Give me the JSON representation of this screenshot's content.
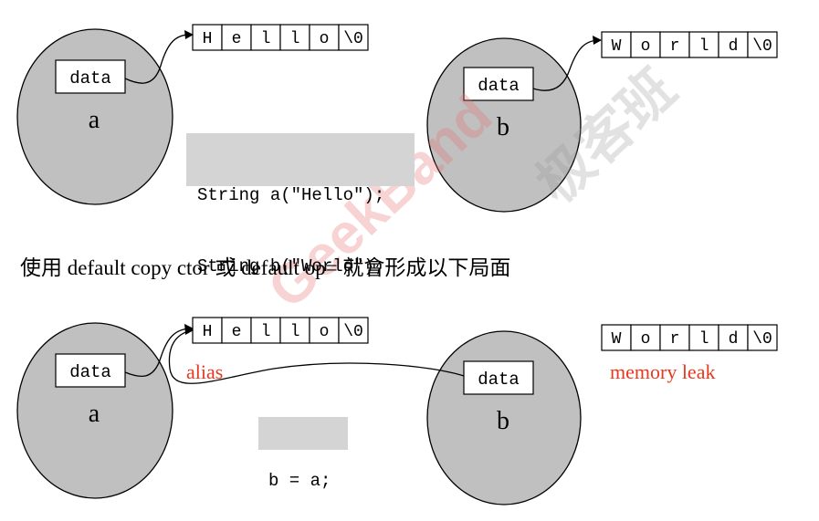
{
  "top": {
    "a": {
      "var_label": "a",
      "box_label": "data"
    },
    "b": {
      "var_label": "b",
      "box_label": "data"
    },
    "string_a": [
      "H",
      "e",
      "l",
      "l",
      "o",
      "\\0"
    ],
    "string_b": [
      "W",
      "o",
      "r",
      "l",
      "d",
      "\\0"
    ],
    "code_line1": "String a(\"Hello\");",
    "code_line2": "String b(\"World\");"
  },
  "caption": "使用 default copy ctor 或 default op= 就會形成以下局面",
  "bottom": {
    "a": {
      "var_label": "a",
      "box_label": "data"
    },
    "b": {
      "var_label": "b",
      "box_label": "data"
    },
    "string_a": [
      "H",
      "e",
      "l",
      "l",
      "o",
      "\\0"
    ],
    "string_b": [
      "W",
      "o",
      "r",
      "l",
      "d",
      "\\0"
    ],
    "code_line": "b = a;",
    "alias_note": "alias",
    "leak_note": "memory leak"
  },
  "watermark": {
    "text_en": "GeekBand",
    "text_cn": "极客班"
  },
  "colors": {
    "blob_fill": "#c0c0c0",
    "code_bg": "#d4d4d4",
    "note_red": "#e8391f"
  }
}
